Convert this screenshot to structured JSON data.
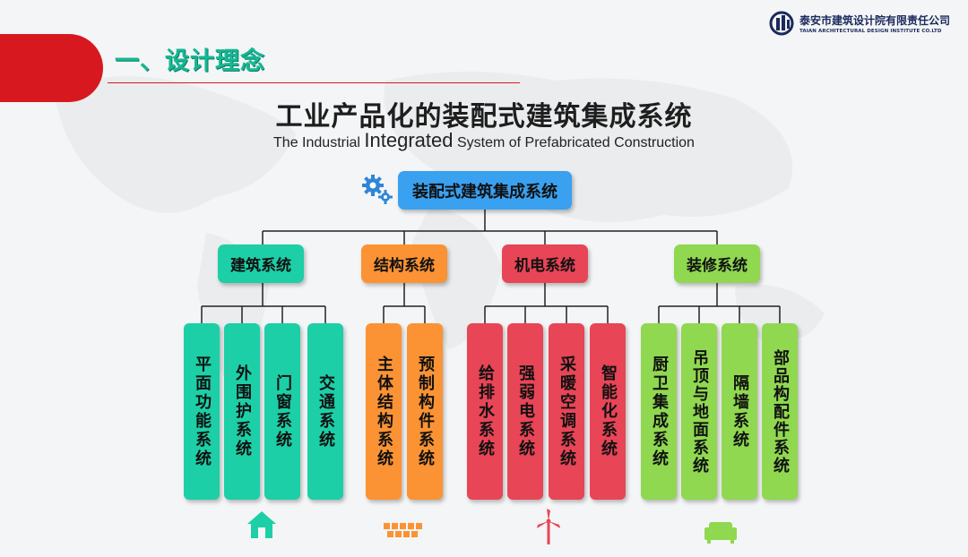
{
  "header": {
    "section_title": "一、设计理念",
    "logo_cn": "泰安市建筑设计院有限责任公司",
    "logo_en": "TAIAN ARCHITECTURAL DESIGN INSTITUTE CO.LTD"
  },
  "title": {
    "cn": "工业产品化的装配式建筑集成系统",
    "en_pre": "The Industrial ",
    "en_big": "Integrated",
    "en_post": " System of Prefabricated Construction"
  },
  "root": {
    "label": "装配式建筑集成系统",
    "icon": "gears-icon"
  },
  "categories": [
    {
      "label": "建筑系统",
      "color": "#1ccfa7",
      "icon": "house-icon",
      "items": [
        "平面功能系统",
        "外围护系统",
        "门窗系统",
        "交通系统"
      ]
    },
    {
      "label": "结构系统",
      "color": "#fb9334",
      "icon": "structure-blocks-icon",
      "items": [
        "主体结构系统",
        "预制构件系统"
      ]
    },
    {
      "label": "机电系统",
      "color": "#e84556",
      "icon": "wind-turbine-icon",
      "items": [
        "给排水系统",
        "强弱电系统",
        "采暖空调系统",
        "智能化系统"
      ]
    },
    {
      "label": "装修系统",
      "color": "#8fd850",
      "icon": "sofa-icon",
      "items": [
        "厨卫集成系统",
        "吊顶与地面系统",
        "隔墙系统",
        "部品构配件系统"
      ]
    }
  ]
}
